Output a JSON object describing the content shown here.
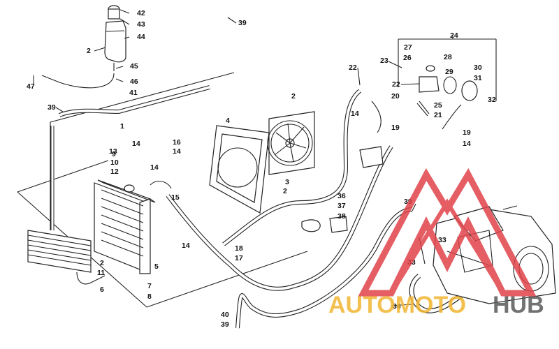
{
  "callouts": [
    "1",
    "2",
    "3",
    "4",
    "5",
    "6",
    "7",
    "8",
    "9",
    "10",
    "11",
    "12",
    "13",
    "14",
    "15",
    "16",
    "17",
    "18",
    "19",
    "20",
    "21",
    "22",
    "23",
    "24",
    "25",
    "26",
    "27",
    "28",
    "29",
    "30",
    "31",
    "32",
    "33",
    "34",
    "36",
    "37",
    "38",
    "39",
    "40",
    "41",
    "42",
    "43",
    "44",
    "45",
    "46",
    "47"
  ],
  "watermark": {
    "part1": "AUTOMOTO",
    "part2": "HUB",
    "color_primary": "#e0434a",
    "color_secondary": "#f2b632",
    "color_dark": "#5a5a5a"
  }
}
